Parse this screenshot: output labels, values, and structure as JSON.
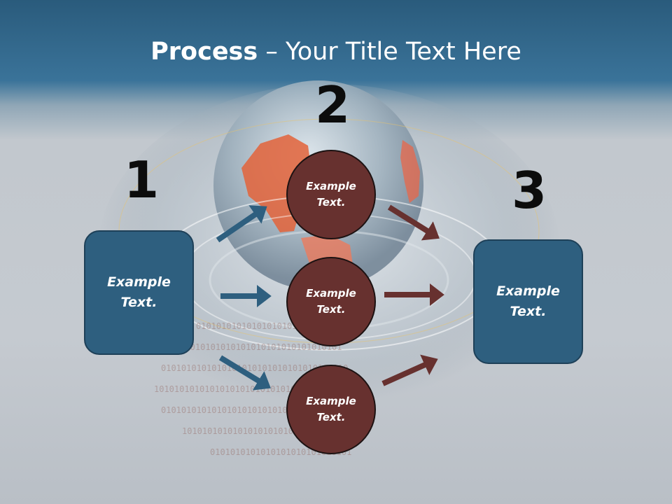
{
  "title": {
    "bold": "Process",
    "rest": " – Your Title Text Here"
  },
  "steps": [
    {
      "number": "1",
      "text_line1": "Example",
      "text_line2": "Text."
    },
    {
      "number": "2"
    },
    {
      "number": "3",
      "text_line1": "Example",
      "text_line2": "Text."
    }
  ],
  "circles": [
    {
      "line1": "Example",
      "line2": "Text."
    },
    {
      "line1": "Example",
      "line2": "Text."
    },
    {
      "line1": "Example",
      "line2": "Text."
    }
  ],
  "colors": {
    "box": "#2e5f7f",
    "circle": "#67312f",
    "blue_arrow": "#2e5f7f",
    "brown_arrow": "#67312f"
  }
}
